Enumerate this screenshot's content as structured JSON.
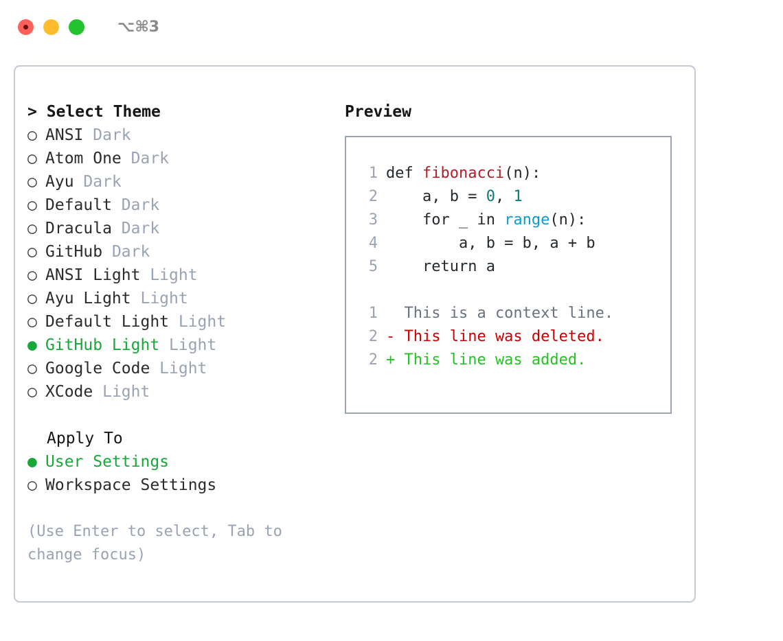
{
  "titlebar": {
    "shortcut": "⌥⌘3",
    "buttons": [
      {
        "name": "close",
        "color": "#ff6159"
      },
      {
        "name": "minimize",
        "color": "#ffbd2e"
      },
      {
        "name": "maximize",
        "color": "#22c32e"
      }
    ]
  },
  "colors": {
    "accent_green": "#17a83a",
    "muted": "#9aa3b2",
    "text": "#2b2b2b",
    "panel_border": "#c3cad4",
    "preview_border": "#9aa5b1"
  },
  "theme_picker": {
    "header": "> Select Theme",
    "items": [
      {
        "marker": "○",
        "name": "ANSI",
        "suffix": "Dark",
        "selected": false
      },
      {
        "marker": "○",
        "name": "Atom One",
        "suffix": "Dark",
        "selected": false
      },
      {
        "marker": "○",
        "name": "Ayu",
        "suffix": "Dark",
        "selected": false
      },
      {
        "marker": "○",
        "name": "Default",
        "suffix": "Dark",
        "selected": false
      },
      {
        "marker": "○",
        "name": "Dracula",
        "suffix": "Dark",
        "selected": false
      },
      {
        "marker": "○",
        "name": "GitHub",
        "suffix": "Dark",
        "selected": false
      },
      {
        "marker": "○",
        "name": "ANSI Light",
        "suffix": "Light",
        "selected": false
      },
      {
        "marker": "○",
        "name": "Ayu Light",
        "suffix": "Light",
        "selected": false
      },
      {
        "marker": "○",
        "name": "Default Light",
        "suffix": "Light",
        "selected": false
      },
      {
        "marker": "●",
        "name": "GitHub Light",
        "suffix": "Light",
        "selected": true
      },
      {
        "marker": "○",
        "name": "Google Code",
        "suffix": "Light",
        "selected": false
      },
      {
        "marker": "○",
        "name": "XCode",
        "suffix": "Light",
        "selected": false
      }
    ]
  },
  "apply_to": {
    "header": "Apply To",
    "items": [
      {
        "marker": "●",
        "name": "User Settings",
        "selected": true
      },
      {
        "marker": "○",
        "name": "Workspace Settings",
        "selected": false
      }
    ]
  },
  "hint": "(Use Enter to select, Tab to change focus)",
  "preview": {
    "header": "Preview",
    "code_lines": [
      {
        "ln": "1",
        "segments": [
          {
            "text": "def ",
            "style": "plain"
          },
          {
            "text": "fibonacci",
            "style": "func"
          },
          {
            "text": "(n):",
            "style": "plain"
          }
        ]
      },
      {
        "ln": "2",
        "segments": [
          {
            "text": "    a, b = ",
            "style": "plain"
          },
          {
            "text": "0",
            "style": "num"
          },
          {
            "text": ", ",
            "style": "plain"
          },
          {
            "text": "1",
            "style": "num"
          }
        ]
      },
      {
        "ln": "3",
        "segments": [
          {
            "text": "    for _ in ",
            "style": "plain"
          },
          {
            "text": "range",
            "style": "builtin"
          },
          {
            "text": "(n):",
            "style": "plain"
          }
        ]
      },
      {
        "ln": "4",
        "segments": [
          {
            "text": "        a, b = b, a + b",
            "style": "plain"
          }
        ]
      },
      {
        "ln": "5",
        "segments": [
          {
            "text": "    return a",
            "style": "plain"
          }
        ]
      }
    ],
    "diff_lines": [
      {
        "ln": "1",
        "text": "  This is a context line.",
        "kind": "context"
      },
      {
        "ln": "2",
        "text": "- This line was deleted.",
        "kind": "del"
      },
      {
        "ln": "2",
        "text": "+ This line was added.",
        "kind": "add"
      }
    ]
  }
}
